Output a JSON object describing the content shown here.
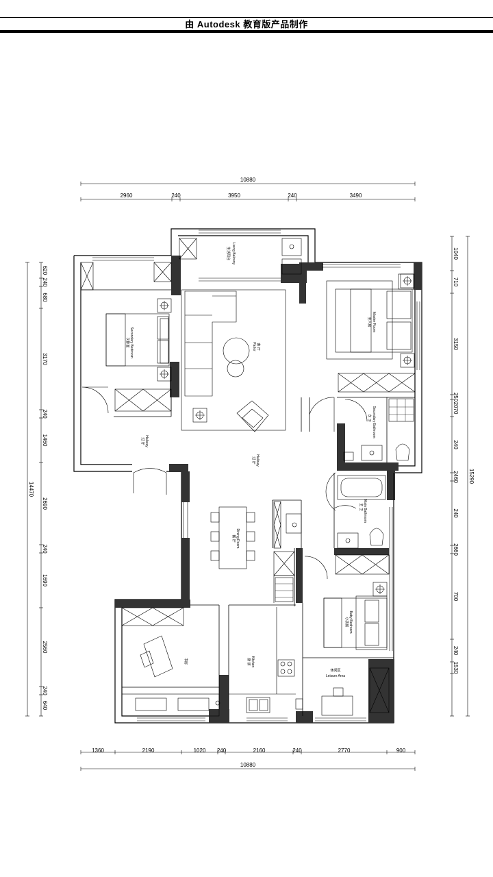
{
  "header": {
    "title": "由 Autodesk 教育版产品制作"
  },
  "dimensions": {
    "top_overall": "10880",
    "top_segments": [
      "2960",
      "240",
      "3950",
      "240",
      "3490"
    ],
    "bottom_segments": [
      "1360",
      "2190",
      "1020",
      "240",
      "2160",
      "240",
      "2770",
      "900"
    ],
    "bottom_overall": "10880",
    "left_segments": [
      "620",
      "240",
      "680",
      "3170",
      "240",
      "1460",
      "2690",
      "240",
      "1690",
      "2560",
      "240",
      "640"
    ],
    "left_overall": "14470",
    "right_segments": [
      "1040",
      "710",
      "3150",
      "250",
      "2070",
      "240",
      "2460",
      "240",
      "2660",
      "700",
      "240",
      "1530"
    ],
    "right_overall": "15290"
  },
  "rooms": {
    "living_balcony": {
      "cn": "生活阳台",
      "en": "Living Balcony"
    },
    "secondary_bedroom": {
      "cn": "次卧室",
      "en": "Secondary Bedroom"
    },
    "parlor": {
      "cn": "客 厅",
      "en": "Parlor"
    },
    "master_room": {
      "cn": "主人房",
      "en": "Master Room"
    },
    "secondary_bathroom": {
      "cn": "次 卫",
      "en": "Secondary Bathroom"
    },
    "hallway_left": {
      "cn": "过 厅",
      "en": "Hallway"
    },
    "hallway_center": {
      "cn": "过 厅",
      "en": "Hallway"
    },
    "dining_room": {
      "cn": "餐 厅",
      "en": "Dining Room"
    },
    "main_bathroom": {
      "cn": "主 卫",
      "en": "Main Bathroom"
    },
    "baby_bedroom": {
      "cn": "小孩房",
      "en": "Baby Bedroom"
    },
    "study": {
      "cn": "书房",
      "en": ""
    },
    "kitchen": {
      "cn": "厨 房",
      "en": "Kitchen"
    },
    "leisure_area": {
      "cn": "休闲区",
      "en": "Leisure Area"
    }
  },
  "colors": {
    "wall_fill": "#333333",
    "line": "#000000",
    "background": "#ffffff"
  }
}
